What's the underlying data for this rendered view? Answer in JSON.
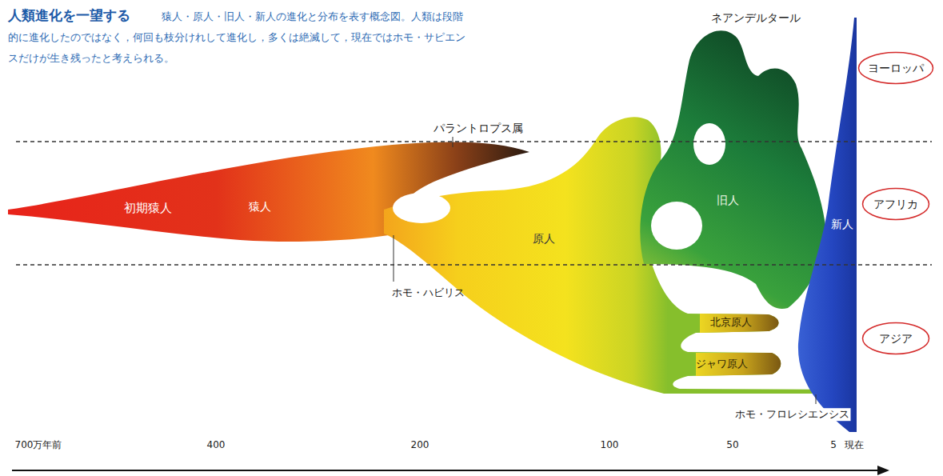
{
  "diagram": {
    "title": "人類進化を一望する",
    "caption": "猿人・原人・旧人・新人の進化と分布を表す概念図。人類は段階的に進化したのではなく，何回も枝分けれして進化し，多くは絶滅して，現在ではホモ・サピエンスだけが生き残ったと考えられる。",
    "nodes": [
      {
        "text": [
          "ヨーロッパ"
        ]
      },
      {
        "text": [
          "アフリカ"
        ]
      },
      {
        "text": [
          "アジア"
        ]
      }
    ],
    "labels": [
      "ネアンデルタール",
      "パラントロプス属",
      "初期猿人",
      "猿人",
      "原人",
      "旧人",
      "新人",
      "ホモ・ハビリス",
      "北京原人",
      "ジャワ原人",
      "ホモ・フロレシエンシス",
      "700万年前",
      "400",
      "200",
      "100",
      "50",
      "5",
      "現在"
    ]
  }
}
